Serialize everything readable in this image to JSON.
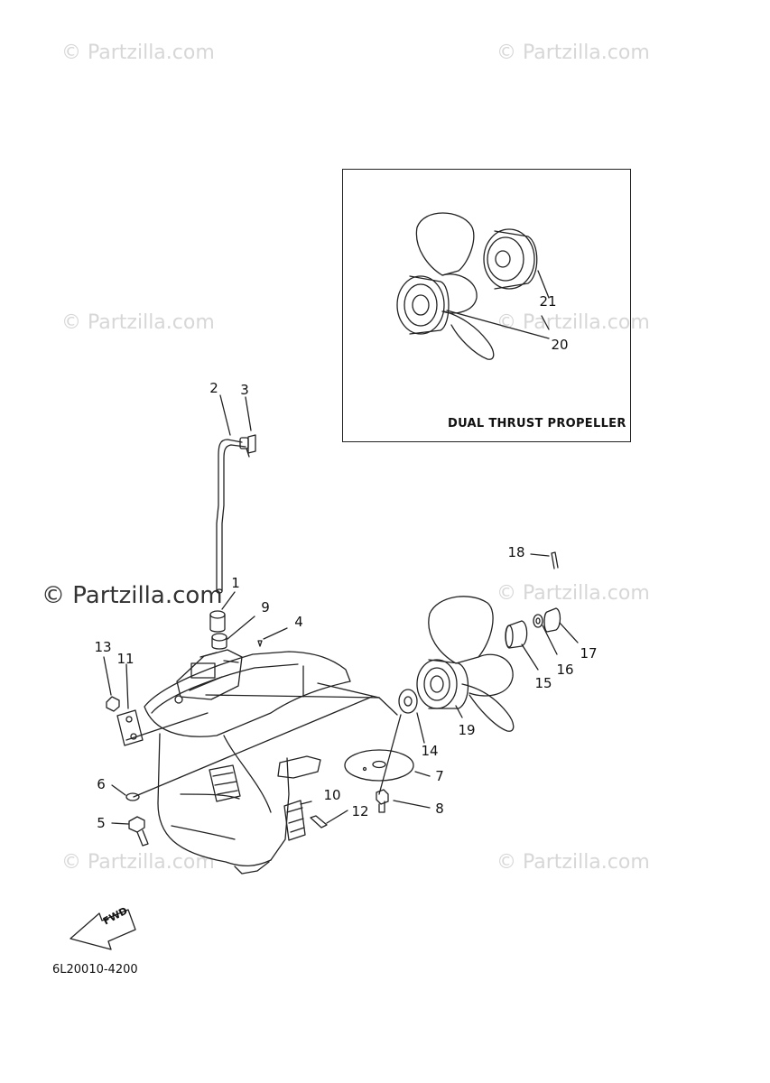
{
  "watermark": {
    "text": "© Partzilla.com",
    "text_strong": "© Partzilla.com"
  },
  "inset": {
    "label": "DUAL THRUST PROPELLER"
  },
  "callouts": {
    "c1": "1",
    "c2": "2",
    "c3": "3",
    "c4": "4",
    "c5": "5",
    "c6": "6",
    "c7": "7",
    "c8": "8",
    "c9": "9",
    "c10": "10",
    "c11": "11",
    "c12": "12",
    "c13": "13",
    "c14": "14",
    "c15": "15",
    "c16": "16",
    "c17": "17",
    "c18": "18",
    "c19": "19",
    "c20": "20",
    "c21": "21"
  },
  "fwd_label": "FWD",
  "diagram_code": "6L20010-4200",
  "colors": {
    "line": "#222222",
    "watermark": "#d7d7d7"
  }
}
